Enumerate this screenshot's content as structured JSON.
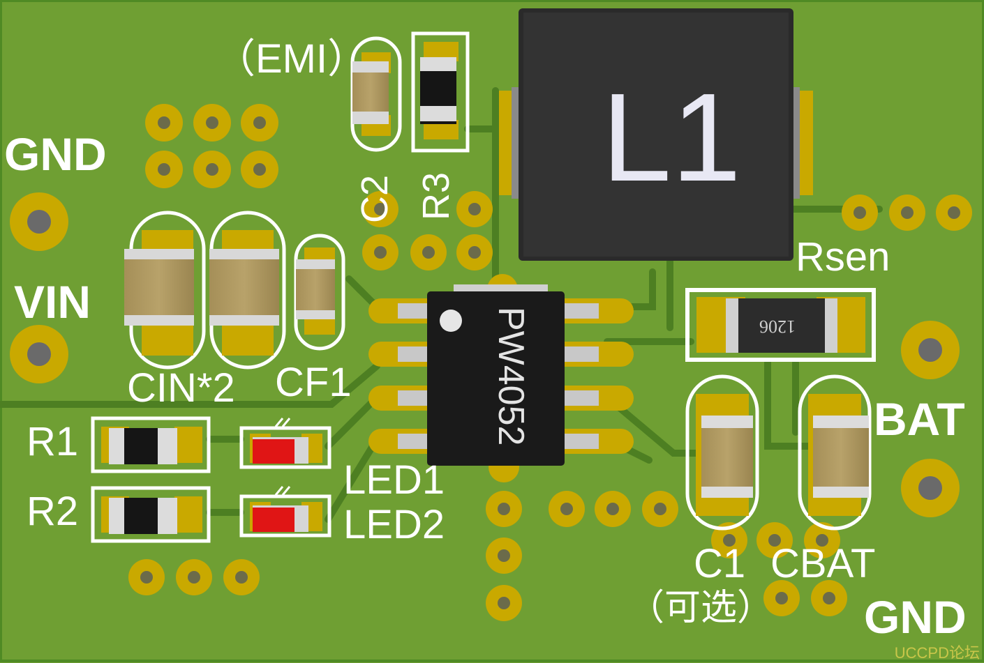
{
  "board": {
    "colors": {
      "mask": "#6f9f33",
      "trace": "#4d7f22",
      "pad": "#c9a900",
      "silk": "#ffffff",
      "ic": "#1c1c1c"
    }
  },
  "labels": {
    "gnd_top": "GND",
    "vin": "VIN",
    "emi": "（EMI）",
    "c2": "C2",
    "r3": "R3",
    "l1": "L1",
    "rsen": "Rsen",
    "rsen_marking": "1206",
    "ic_marking": "PW4052",
    "cin": "CIN*2",
    "cf1": "CF1",
    "r1": "R1",
    "r2": "R2",
    "led1": "LED1",
    "led2": "LED2",
    "bat": "BAT",
    "c1": "C1",
    "cbat": "CBAT",
    "optional": "（可选）",
    "gnd_bottom": "GND",
    "watermark": "UCCPD论坛"
  }
}
